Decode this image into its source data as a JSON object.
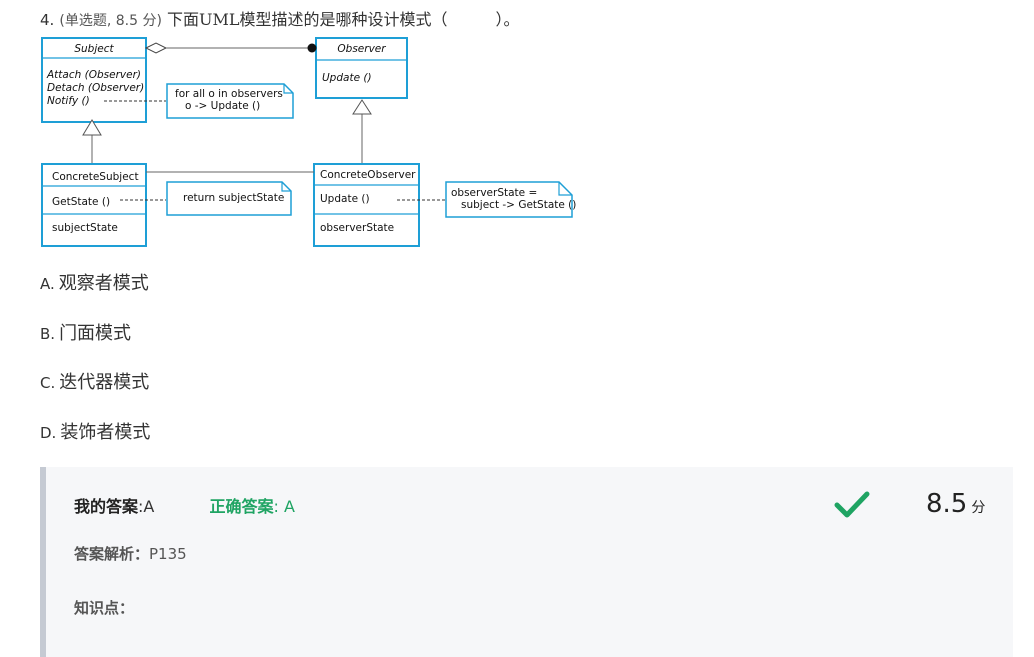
{
  "question": {
    "number": "4.",
    "meta": "(单选题, 8.5 分)",
    "text": "下面UML模型描述的是哪种设计模式（　　　）。"
  },
  "diagram": {
    "subject": {
      "name": "Subject",
      "ops": [
        "Attach (Observer)",
        "Detach (Observer)",
        "Notify ()"
      ]
    },
    "observer": {
      "name": "Observer",
      "ops": [
        "Update ()"
      ]
    },
    "concrete_subject": {
      "name": "ConcreteSubject",
      "ops": [
        "GetState ()"
      ],
      "attrs": [
        "subjectState"
      ]
    },
    "concrete_observer": {
      "name": "ConcreteObserver",
      "ops": [
        "Update ()"
      ],
      "attrs": [
        "observerState"
      ]
    },
    "notes": {
      "notify": [
        "for all o in observers",
        "o -> Update ()"
      ],
      "getstate": [
        "return subjectState"
      ],
      "update": [
        "observerState =",
        "subject -> GetState ()"
      ]
    }
  },
  "options": [
    {
      "letter": "A.",
      "text": "观察者模式"
    },
    {
      "letter": "B.",
      "text": "门面模式"
    },
    {
      "letter": "C.",
      "text": "迭代器模式"
    },
    {
      "letter": "D.",
      "text": "装饰者模式"
    }
  ],
  "answer": {
    "my_label": "我的答案",
    "my_value": ":A",
    "correct_label": "正确答案",
    "correct_value": ": A",
    "score": "8.5",
    "score_unit": "分",
    "analysis_label": "答案解析：",
    "analysis_value": "P135",
    "knowledge_label": "知识点：",
    "check_icon": "check-icon",
    "colors": {
      "correct": "#1fa463",
      "panel_bg": "#f6f7f9"
    }
  }
}
